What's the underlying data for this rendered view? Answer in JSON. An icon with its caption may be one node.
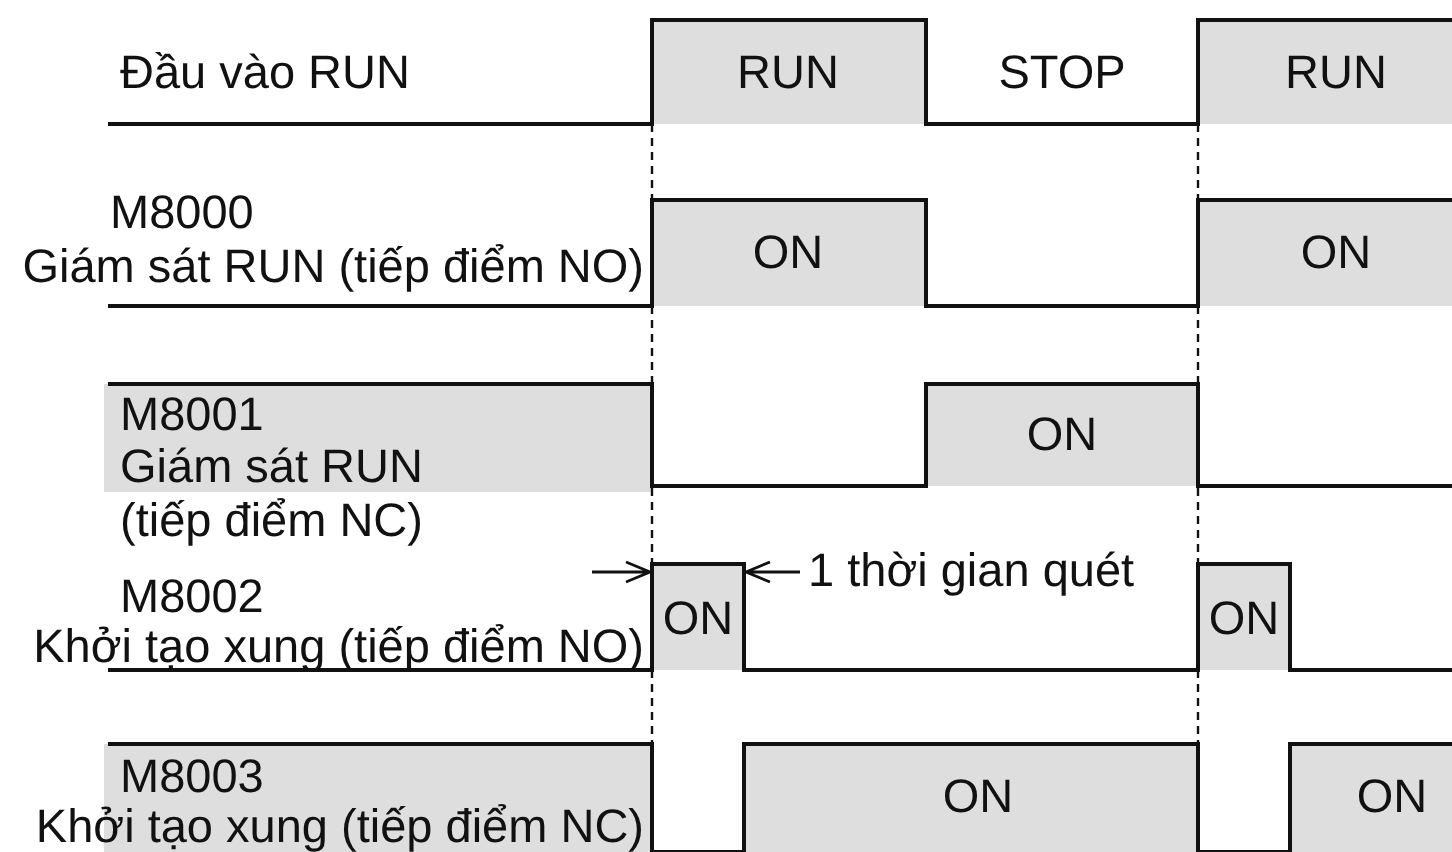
{
  "diagram": {
    "labels": [
      "Đầu vào RUN",
      "RUN",
      "STOP",
      "RUN",
      "M8000",
      "Giám sát RUN (tiếp điểm NO)",
      "ON",
      "ON",
      "M8001",
      "Giám sát RUN",
      "(tiếp điểm NC)",
      "ON",
      "1 thời gian quét",
      "M8002",
      "Khởi tạo xung (tiếp điểm NO)",
      "ON",
      "ON",
      "M8003",
      "Khởi tạo xung (tiếp điểm NC)",
      "ON",
      "ON"
    ]
  }
}
